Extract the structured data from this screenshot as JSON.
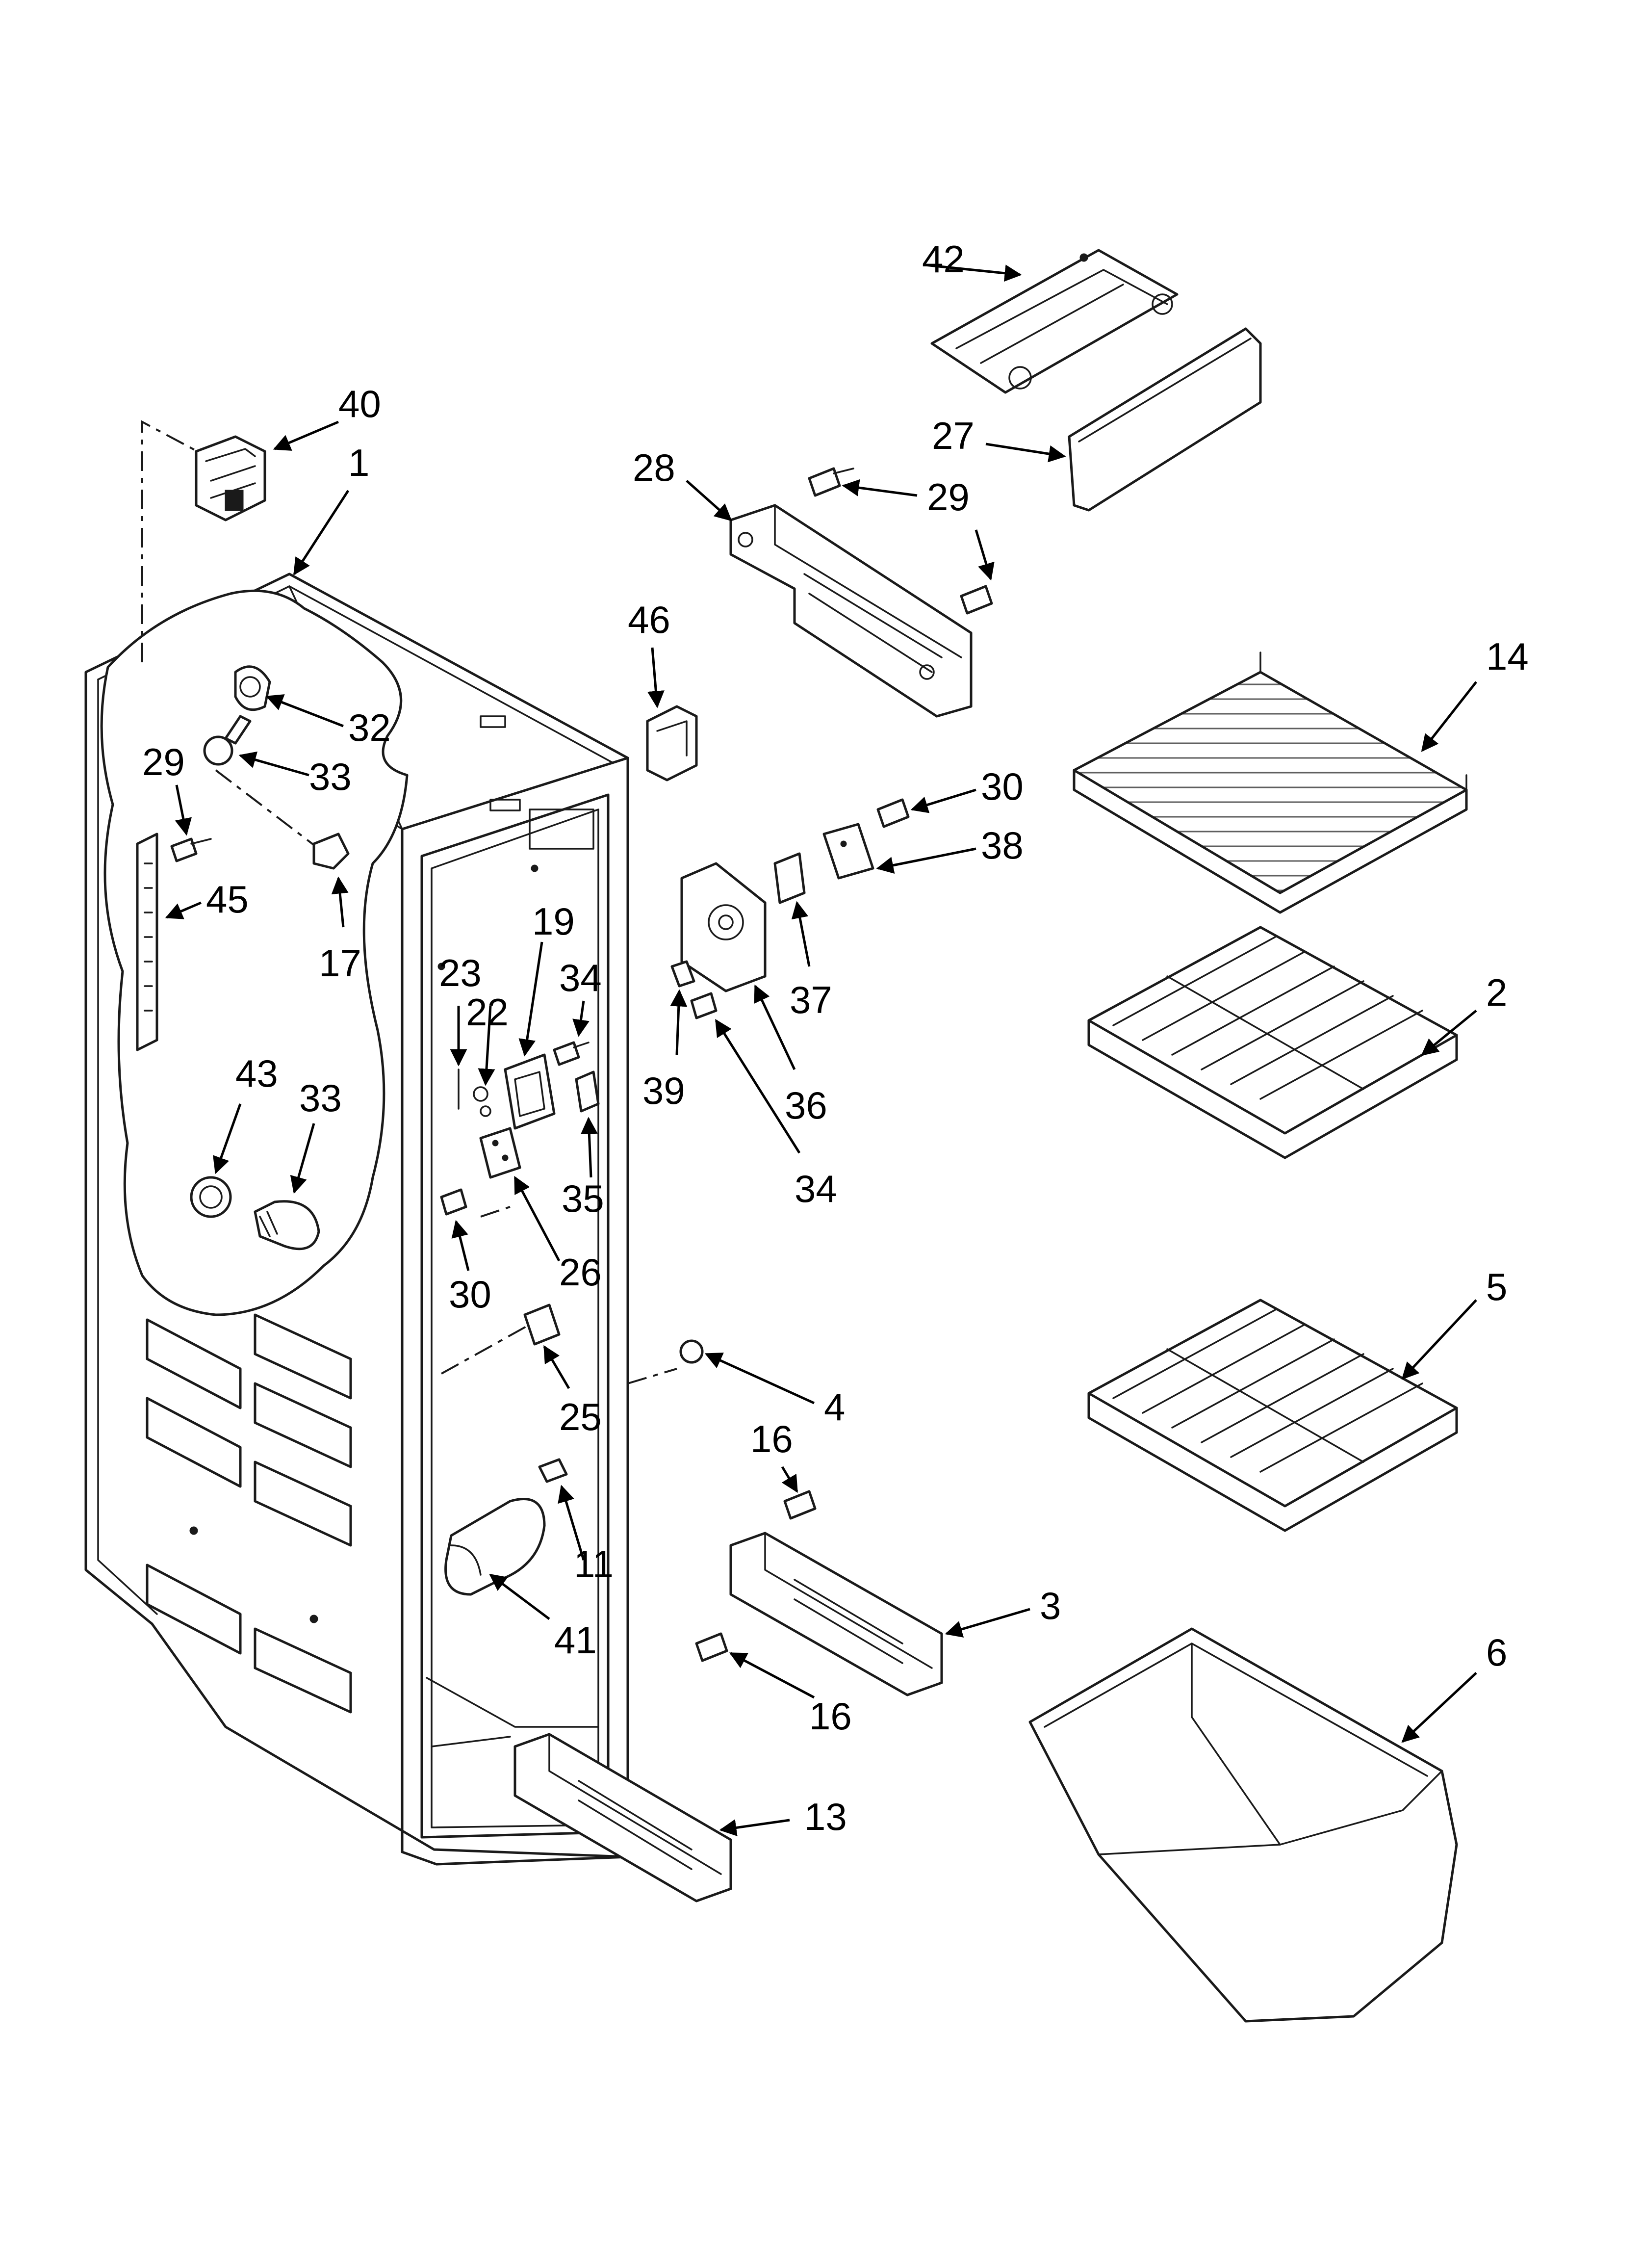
{
  "labels": {
    "p1": "1",
    "p2": "2",
    "p3": "3",
    "p4": "4",
    "p5": "5",
    "p6": "6",
    "p11": "11",
    "p13": "13",
    "p14": "14",
    "p16a": "16",
    "p16b": "16",
    "p17": "17",
    "p19": "19",
    "p22": "22",
    "p23": "23",
    "p25": "25",
    "p26": "26",
    "p27": "27",
    "p28": "28",
    "p29a": "29",
    "p29b": "29",
    "p30a": "30",
    "p30b": "30",
    "p32": "32",
    "p33a": "33",
    "p33b": "33",
    "p34a": "34",
    "p34b": "34",
    "p35": "35",
    "p36": "36",
    "p37": "37",
    "p38": "38",
    "p39": "39",
    "p40": "40",
    "p41": "41",
    "p42": "42",
    "p43": "43",
    "p45": "45",
    "p46": "46"
  }
}
